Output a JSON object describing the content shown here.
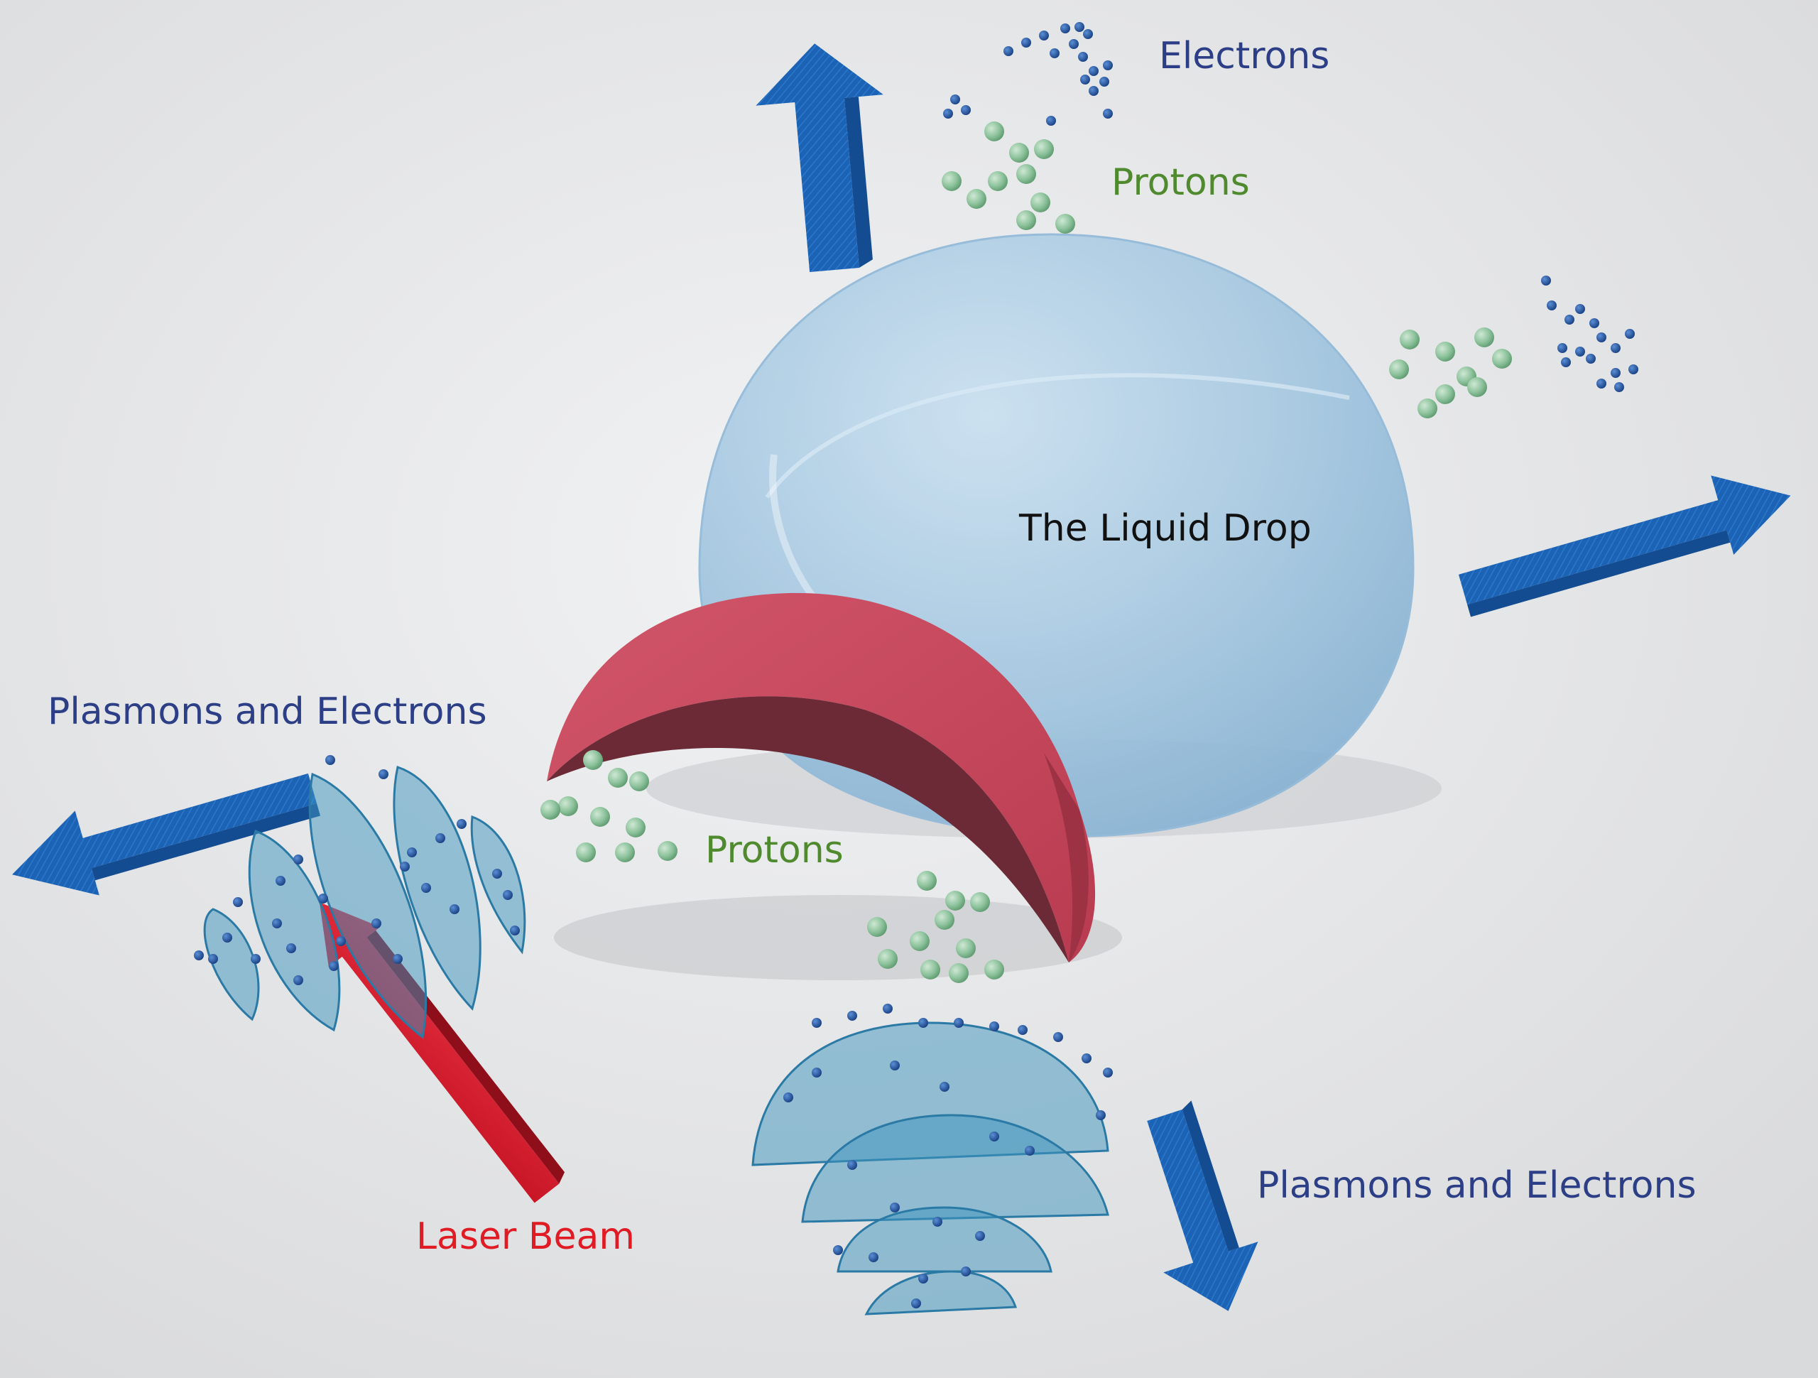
{
  "labels": {
    "electrons": "Electrons",
    "protons_top": "Protons",
    "liquid_drop": "The Liquid Drop",
    "plasmons_left": "Plasmons and Electrons",
    "protons_center": "Protons",
    "laser_beam": "Laser Beam",
    "plasmons_right": "Plasmons and Electrons"
  },
  "colors": {
    "background": "#e4e5e7",
    "electron_blue": "#1f4f9a",
    "arrow_blue": "#1a5fb0",
    "proton_green": "#8fc49d",
    "drop_blue": "#a9cbe3",
    "crescent_red": "#c8485c",
    "laser_red": "#d8182a",
    "label_navy": "#2c3f86",
    "label_green": "#4f8a2e",
    "label_red": "#e01b24",
    "label_black": "#111111",
    "plasmon_teal": "#3d93bd"
  }
}
